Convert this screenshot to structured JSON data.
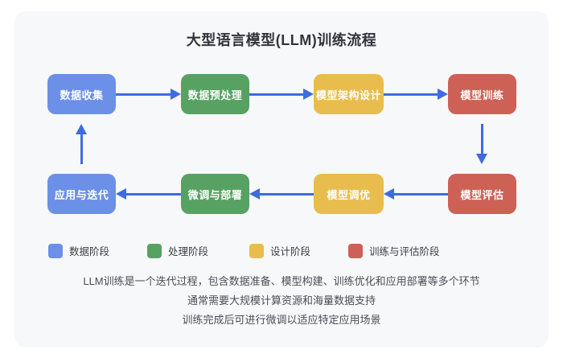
{
  "title": "大型语言模型(LLM)训练流程",
  "flow": {
    "top_row": [
      {
        "label": "数据收集",
        "stage": "数据阶段",
        "color": "#6c90e8"
      },
      {
        "label": "数据预处理",
        "stage": "处理阶段",
        "color": "#57a162"
      },
      {
        "label": "模型架构设计",
        "stage": "设计阶段",
        "color": "#e9bd4d"
      },
      {
        "label": "模型训练",
        "stage": "训练与评估阶段",
        "color": "#cd6155"
      }
    ],
    "bottom_row": [
      {
        "label": "应用与迭代",
        "stage": "数据阶段",
        "color": "#6c90e8"
      },
      {
        "label": "微调与部署",
        "stage": "处理阶段",
        "color": "#57a162"
      },
      {
        "label": "模型调优",
        "stage": "设计阶段",
        "color": "#e9bd4d"
      },
      {
        "label": "模型评估",
        "stage": "训练与评估阶段",
        "color": "#cd6155"
      }
    ]
  },
  "legend": [
    {
      "label": "数据阶段",
      "color": "#6c90e8"
    },
    {
      "label": "处理阶段",
      "color": "#57a162"
    },
    {
      "label": "设计阶段",
      "color": "#e9bd4d"
    },
    {
      "label": "训练与评估阶段",
      "color": "#cd6155"
    }
  ],
  "notes": [
    "LLM训练是一个迭代过程，包含数据准备、模型构建、训练优化和应用部署等多个环节",
    "通常需要大规模计算资源和海量数据支持",
    "训练完成后可进行微调以适应特定应用场景"
  ],
  "colors": {
    "arrow": "#3e6be0",
    "card_background": "#f7f8fa",
    "title_text": "#33333b",
    "note_text": "#4d4d55"
  }
}
